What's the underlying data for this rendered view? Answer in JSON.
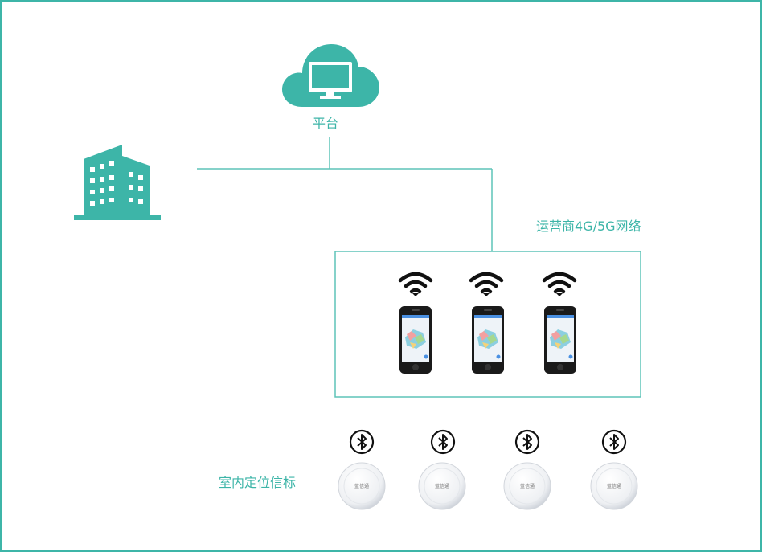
{
  "diagram": {
    "platform_label": "平台",
    "network_label": "运营商4G/5G网络",
    "beacon_label": "室内定位信标",
    "beacon_brand": "蓝信通",
    "icons": {
      "cloud": "cloud-monitor-icon",
      "building": "building-icon",
      "wifi": "wifi-icon",
      "phone": "smartphone-icon",
      "bluetooth": "bluetooth-icon",
      "beacon": "beacon-device"
    },
    "colors": {
      "accent": "#3db5a8",
      "line": "#5ec4b8",
      "icon_dark": "#111111"
    }
  }
}
